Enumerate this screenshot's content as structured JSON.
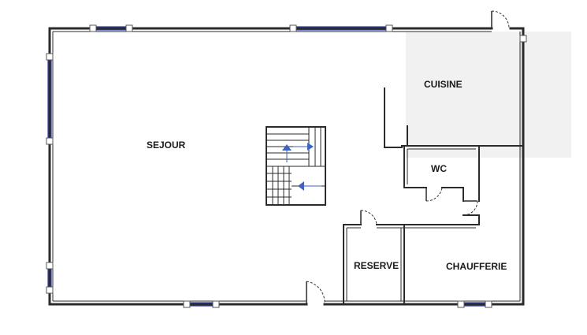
{
  "rooms": {
    "sejour": "SEJOUR",
    "cuisine": "CUISINE",
    "wc": "WC",
    "reserve": "RESERVE",
    "chaufferie": "CHAUFFERIE"
  },
  "colors": {
    "wall": "#2b2b2b",
    "window": "#2f3da8",
    "stair_arrow": "#3b63c9",
    "background": "#ffffff"
  },
  "icons": {
    "stair_up": "arrow-up-icon",
    "stair_right": "arrow-right-icon",
    "stair_left": "arrow-left-icon"
  }
}
